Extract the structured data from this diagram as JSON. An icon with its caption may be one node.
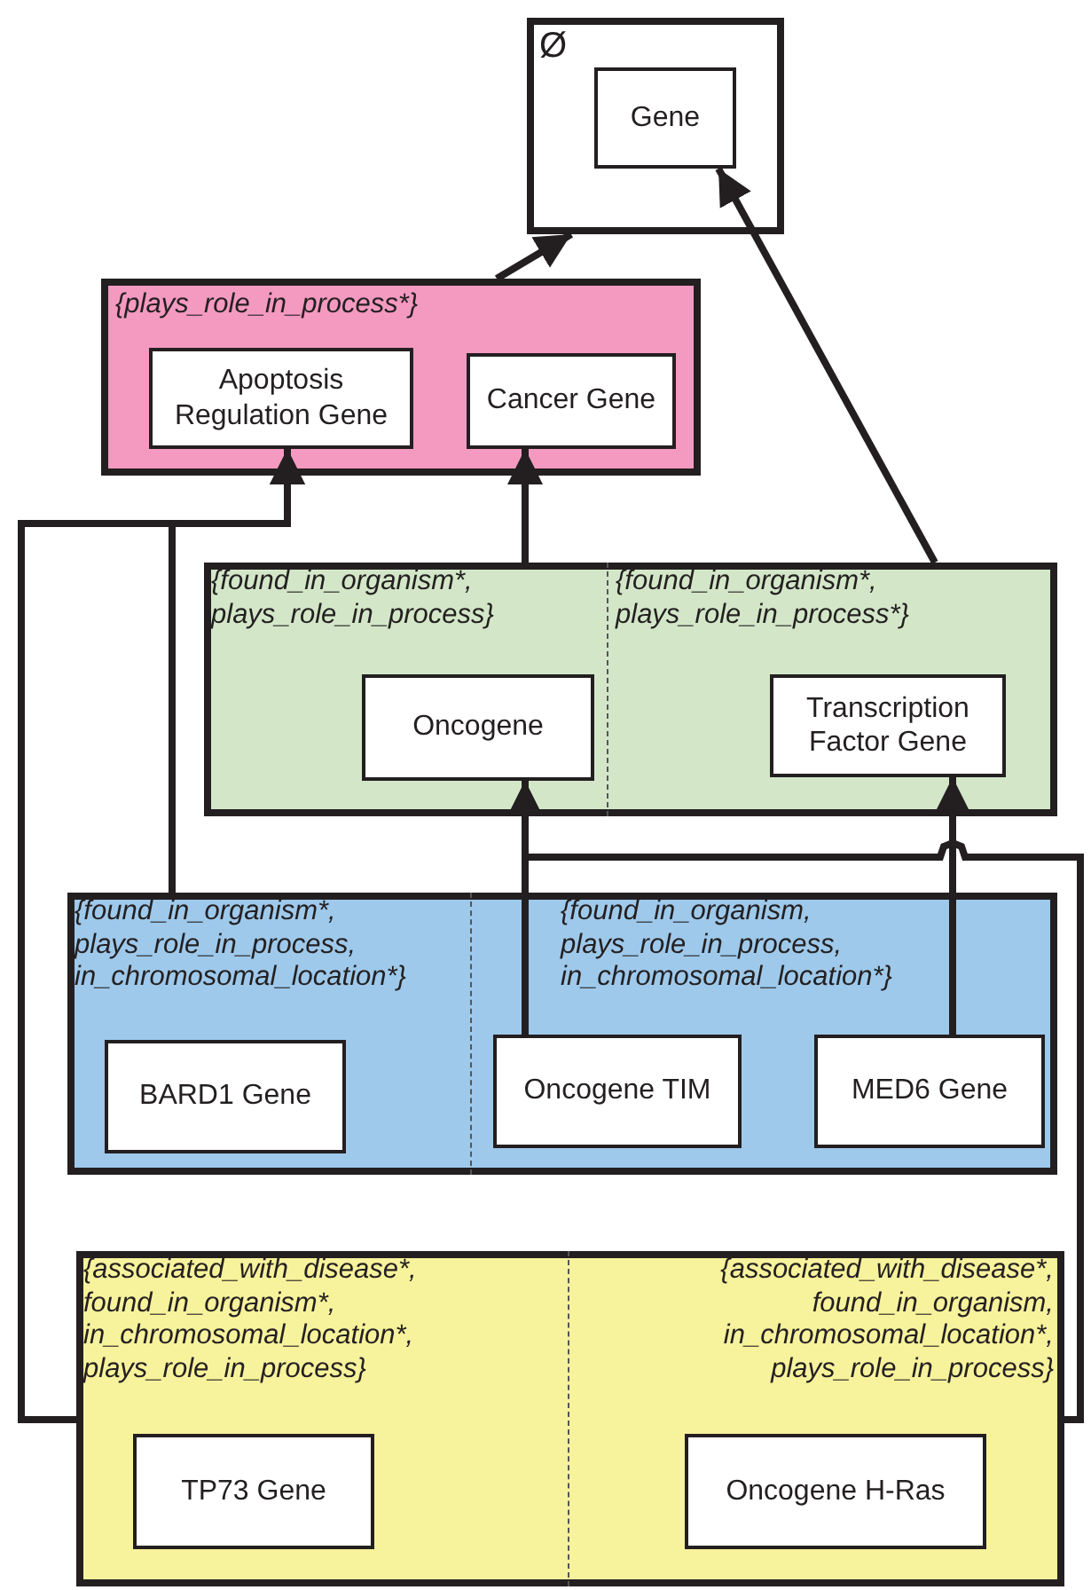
{
  "diagram": {
    "nodes": [
      {
        "text": [
          "Ø"
        ]
      },
      {
        "text": [
          "Gene"
        ],
        "in": 0
      },
      {
        "text": [
          "{plays_role_in_process*}"
        ]
      },
      {
        "text": [
          "Apoptosis Regulation Gene"
        ],
        "in": 2
      },
      {
        "text": [
          "Cancer Gene"
        ],
        "in": 2
      },
      {
        "text": [],
        "shape": "box"
      },
      {
        "text": [
          "{found_in_organism*, plays_role_in_process}"
        ],
        "in": 5
      },
      {
        "text": [
          "Oncogene"
        ],
        "in": 6
      },
      {
        "text": [
          "{found_in_organism*, plays_role_in_process*}"
        ],
        "in": 5
      },
      {
        "text": [
          "Transcription Factor Gene"
        ],
        "in": 8
      },
      {
        "text": [],
        "shape": "box"
      },
      {
        "text": [
          "{found_in_organism*, plays_role_in_process, in_chromosomal_location*}"
        ],
        "in": 10
      },
      {
        "text": [
          "BARD1 Gene"
        ],
        "in": 11
      },
      {
        "text": [
          "{found_in_organism, plays_role_in_process, in_chromosomal_location*}"
        ],
        "in": 10
      },
      {
        "text": [
          "Oncogene TIM"
        ],
        "in": 13
      },
      {
        "text": [
          "MED6 Gene"
        ],
        "in": 13
      },
      {
        "text": [],
        "shape": "box"
      },
      {
        "text": [
          "{associated_with_disease*, found_in_organism*, in_chromosomal_location*, plays_role_in_process}"
        ],
        "in": 16
      },
      {
        "text": [
          "TP73 Gene"
        ],
        "in": 17
      },
      {
        "text": [
          "{associated_with_disease*, found_in_organism, in_chromosomal_location*, plays_role_in_process}"
        ],
        "in": 16
      },
      {
        "text": [
          "Oncogene H-Ras"
        ],
        "in": 19
      }
    ],
    "edges": [
      {
        "from": 2,
        "to": 0,
        "arrow": "to"
      },
      {
        "from": 8,
        "to": 1,
        "arrow": "to"
      },
      {
        "from": 6,
        "to": 4,
        "arrow": "to"
      },
      {
        "from": 11,
        "to": 3,
        "arrow": "to"
      },
      {
        "from": 17,
        "to": 3,
        "arrow": "to"
      },
      {
        "from": 14,
        "to": 7,
        "arrow": "to"
      },
      {
        "from": 15,
        "to": 9,
        "arrow": "to"
      },
      {
        "from": 19,
        "to": 7,
        "arrow": "to"
      }
    ]
  }
}
